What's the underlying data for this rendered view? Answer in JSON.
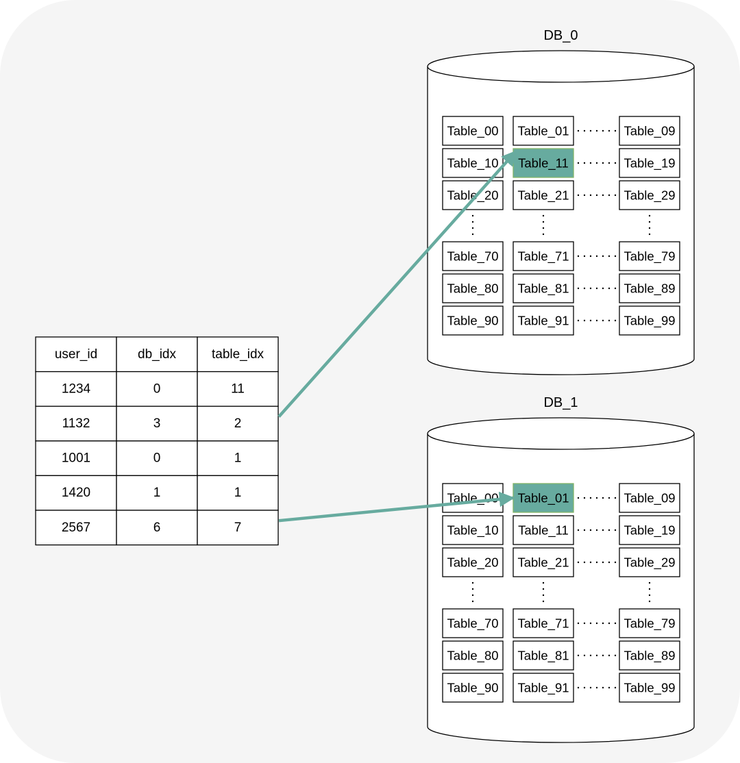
{
  "colors": {
    "panel": "#f5f5f5",
    "stroke": "#000000",
    "highlight": "#67ab9f",
    "arrow": "#67ab9f"
  },
  "mapping_table": {
    "headers": [
      "user_id",
      "db_idx",
      "table_idx"
    ],
    "rows": [
      [
        "1234",
        "0",
        "11"
      ],
      [
        "1132",
        "3",
        "2"
      ],
      [
        "1001",
        "0",
        "1"
      ],
      [
        "1420",
        "1",
        "1"
      ],
      [
        "2567",
        "6",
        "7"
      ]
    ]
  },
  "databases": [
    {
      "name": "DB_0",
      "grid": [
        [
          "Table_00",
          "Table_01",
          "Table_09"
        ],
        [
          "Table_10",
          "Table_11",
          "Table_19"
        ],
        [
          "Table_20",
          "Table_21",
          "Table_29"
        ],
        [
          "Table_70",
          "Table_71",
          "Table_79"
        ],
        [
          "Table_80",
          "Table_81",
          "Table_89"
        ],
        [
          "Table_90",
          "Table_91",
          "Table_99"
        ]
      ],
      "highlight": "Table_11"
    },
    {
      "name": "DB_1",
      "grid": [
        [
          "Table_00",
          "Table_01",
          "Table_09"
        ],
        [
          "Table_10",
          "Table_11",
          "Table_19"
        ],
        [
          "Table_20",
          "Table_21",
          "Table_29"
        ],
        [
          "Table_70",
          "Table_71",
          "Table_79"
        ],
        [
          "Table_80",
          "Table_81",
          "Table_89"
        ],
        [
          "Table_90",
          "Table_91",
          "Table_99"
        ]
      ],
      "highlight": "Table_01"
    }
  ],
  "arrows": [
    {
      "from_row": 1,
      "to_db": 0,
      "to_table": "Table_11"
    },
    {
      "from_row": 4,
      "to_db": 1,
      "to_table": "Table_01"
    }
  ]
}
